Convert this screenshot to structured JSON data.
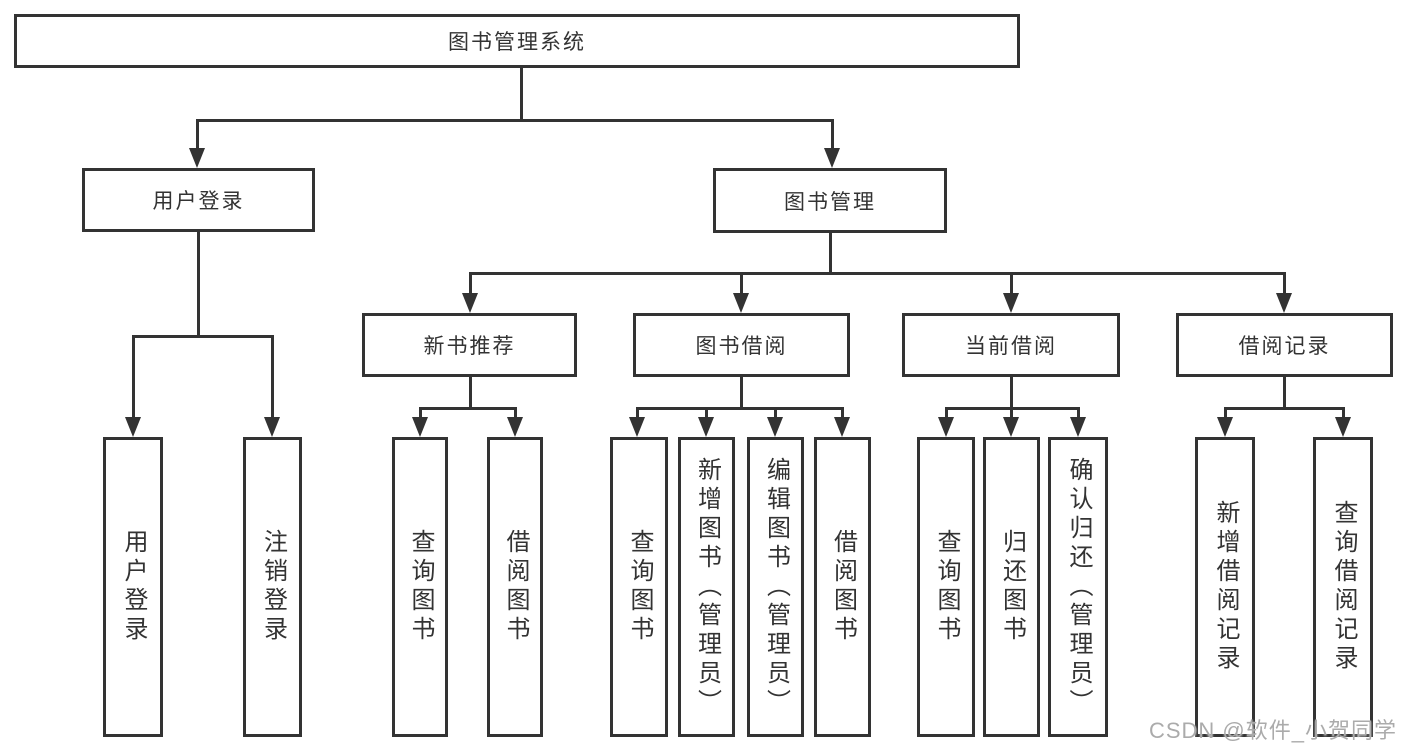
{
  "nodes": {
    "root": "图书管理系统",
    "userLogin": "用户登录",
    "bookMgmt": "图书管理",
    "newBookRec": "新书推荐",
    "bookBorrow": "图书借阅",
    "currentBorrow": "当前借阅",
    "borrowRecords": "借阅记录",
    "leafUserLogin": "用户登录",
    "leafLogout": "注销登录",
    "leafQueryBook1": "查询图书",
    "leafBorrowBook1": "借阅图书",
    "leafQueryBook2": "查询图书",
    "leafAddBook": "新增图书（管理员）",
    "leafEditBook": "编辑图书（管理员）",
    "leafBorrowBook2": "借阅图书",
    "leafQueryBook3": "查询图书",
    "leafReturnBook": "归还图书",
    "leafConfirmReturn": "确认归还（管理员）",
    "leafAddRecord": "新增借阅记录",
    "leafQueryRecord": "查询借阅记录"
  },
  "watermark": "CSDN @软件_小贺同学",
  "colors": {
    "line": "#333333",
    "text": "#333333",
    "watermark": "#ababab",
    "background": "#ffffff"
  }
}
